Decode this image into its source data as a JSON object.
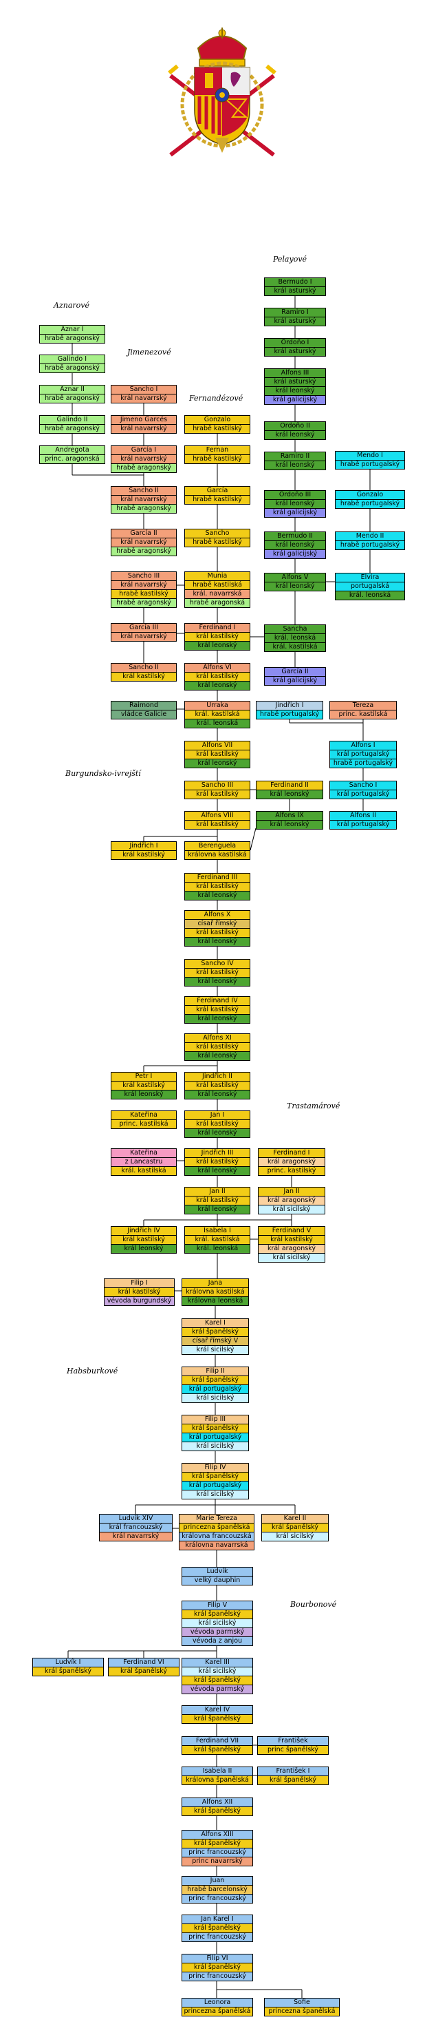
{
  "houses": {
    "pelayo": "Pelayové",
    "aznar": "Aznarové",
    "jimenez": "Jimenezové",
    "fernandez": "Fernandézové",
    "burgundy": "Burgundsko-ivrejští",
    "trastamara": "Trastamárové",
    "habsburg": "Habsburkové",
    "bourbon": "Bourbonové"
  },
  "boxes": {
    "bermudo1": [
      "Bermudo I",
      "král asturský"
    ],
    "ramiro1": [
      "Ramiro I",
      "král asturský"
    ],
    "ordono1": [
      "Ordoño I",
      "král asturský"
    ],
    "alfons3": [
      "Alfons III",
      "král asturský",
      "král leonský",
      "král galicijský"
    ],
    "ordono2": [
      "Ordoño II",
      "král leonský"
    ],
    "ramiro2": [
      "Ramiro II",
      "král leonský"
    ],
    "ordono3": [
      "Ordoño III",
      "král leonský",
      "král galicijský"
    ],
    "bermudo2": [
      "Bermudo II",
      "král leonský",
      "král galicijský"
    ],
    "alfons5": [
      "Alfons V",
      "král leonský"
    ],
    "sancha": [
      "Sancha",
      "král. leonská",
      "král. kastilská"
    ],
    "garcia2gal": [
      "García II",
      "král galicijský"
    ],
    "mendo1": [
      "Mendo I",
      "hrabě portugalský"
    ],
    "gonzalo_p": [
      "Gonzalo",
      "hrabě portugalský"
    ],
    "mendo2": [
      "Mendo II",
      "hrabě portugalský"
    ],
    "elvira": [
      "Elvira",
      "portugalská",
      "král. leonská"
    ],
    "aznar1": [
      "Aznar I",
      "hrabě aragonský"
    ],
    "galindo1": [
      "Galindo I",
      "hrabě aragonský"
    ],
    "aznar2": [
      "Aznar II",
      "hrabě aragonský"
    ],
    "galindo2": [
      "Galindo II",
      "hrabě aragonský"
    ],
    "andregota": [
      "Andregota",
      "princ. aragonská"
    ],
    "sancho1": [
      "Sancho I",
      "král navarrský"
    ],
    "jimeno": [
      "Jimeno Garcés",
      "král navarrský"
    ],
    "garcia1": [
      "García I",
      "král navarrský",
      "hrabě aragonský"
    ],
    "sancho2n": [
      "Sancho II",
      "král navarrský",
      "hrabě aragonský"
    ],
    "garcia2n": [
      "García II",
      "král navarrský",
      "hrabě aragonský"
    ],
    "sancho3n": [
      "Sancho III",
      "král navarrský",
      "hrabě kastilský",
      "hrabě aragonský"
    ],
    "garcia3n": [
      "García III",
      "král navarrský"
    ],
    "sancho2k": [
      "Sancho II",
      "král kastilský"
    ],
    "gonzalo": [
      "Gonzalo",
      "hrabě kastilský"
    ],
    "fernan": [
      "Fernan",
      "hrabě kastilský"
    ],
    "garcia_k": [
      "García",
      "hrabě kastilský"
    ],
    "sancho_k": [
      "Sancho",
      "hrabě kastilský"
    ],
    "munia": [
      "Munia",
      "hrabě kastilská",
      "král. navarrská",
      "hrabě aragonská"
    ],
    "ferdinand1": [
      "Ferdinand I",
      "král kastilský",
      "král leonský"
    ],
    "alfons6": [
      "Alfons VI",
      "král kastilský",
      "král leonský"
    ],
    "raimond": [
      "Raimond",
      "vládce Galicie"
    ],
    "urraca": [
      "Urraka",
      "král. kastilská",
      "král. leonská"
    ],
    "jindrich_p": [
      "Jindřich I",
      "hrabě portugalský"
    ],
    "tereza": [
      "Tereza",
      "princ. kastilská"
    ],
    "alfons7": [
      "Alfons VII",
      "král kastilský",
      "král leonský"
    ],
    "alfons1p": [
      "Alfons I",
      "král portugalský",
      "hrabě portugalský"
    ],
    "sancho3": [
      "Sancho III",
      "král kastilský"
    ],
    "ferdinand2": [
      "Ferdinand II",
      "král leonský"
    ],
    "sancho1p": [
      "Sancho I",
      "král portugalský"
    ],
    "alfons8": [
      "Alfons VIII",
      "král kastilský"
    ],
    "alfons9": [
      "Alfons IX",
      "král leonský"
    ],
    "alfons2p": [
      "Alfons II",
      "král portugalský"
    ],
    "jindrich1": [
      "Jindřich I",
      "král kastilský"
    ],
    "berenguela": [
      "Berenguela",
      "královna kastilská"
    ],
    "ferdinand3": [
      "Ferdinand III",
      "král kastilský",
      "král leonský"
    ],
    "alfons10": [
      "Alfons X",
      "císař římský",
      "král kastilský",
      "král leonský"
    ],
    "sancho4": [
      "Sancho IV",
      "král kastilský",
      "král leonský"
    ],
    "ferdinand4": [
      "Ferdinand IV",
      "král kastilský",
      "král leonský"
    ],
    "alfons11": [
      "Alfons XI",
      "král kastilský",
      "král leonský"
    ],
    "petr1": [
      "Petr I",
      "král kastilský",
      "král leonský"
    ],
    "jindrich2": [
      "Jindřich II",
      "král kastilský",
      "král leonský"
    ],
    "katerina1": [
      "Kateřina",
      "princ. kastilská"
    ],
    "jan1": [
      "Jan I",
      "král kastilský",
      "král leonský"
    ],
    "katerina2": [
      "Kateřina",
      "z Lancastru",
      "král. kastilská"
    ],
    "jindrich3": [
      "Jindřich III",
      "král kastilský",
      "král leonský"
    ],
    "ferdinand1a": [
      "Ferdinand I",
      "král aragonský",
      "princ. kastilský"
    ],
    "jan2": [
      "Jan II",
      "král kastilský",
      "král leonský"
    ],
    "jan2a": [
      "Jan II",
      "král aragonský",
      "král sicilský"
    ],
    "jindrich4": [
      "Jindřich IV",
      "král kastilský",
      "král leonský"
    ],
    "isabela1": [
      "Isabela I",
      "král. kastilská",
      "král. leonská"
    ],
    "ferdinand5": [
      "Ferdinand V",
      "král kastilský",
      "král aragonský",
      "král sicilský"
    ],
    "filip1": [
      "Filip I",
      "král kastilský",
      "vévoda burgundský"
    ],
    "jana": [
      "Jana",
      "královna kastilská",
      "královna leonská"
    ],
    "karel1": [
      "Karel I",
      "král španělský",
      "císař římský V",
      "král sicilský"
    ],
    "filip2": [
      "Filip II",
      "král španělský",
      "král portugalský",
      "král sicilský"
    ],
    "filip3": [
      "Filip III",
      "král španělský",
      "král portugalský",
      "král sicilský"
    ],
    "filip4": [
      "Filip IV",
      "král španělský",
      "král portugalský",
      "král sicilský"
    ],
    "ludvik14": [
      "Ludvík XIV",
      "král francouzský",
      "král navarrský"
    ],
    "marie_tereza": [
      "Marie Tereza",
      "princezna španělská",
      "královna francouzská",
      "královna navarrská"
    ],
    "karel2": [
      "Karel II",
      "král španělský",
      "král sicilský"
    ],
    "ludvik_d": [
      "Ludvík",
      "velký dauphin"
    ],
    "filip5": [
      "Filip V",
      "král španělský",
      "král sicilský",
      "vévoda parmský",
      "vévoda z anjou"
    ],
    "ludvik1": [
      "Ludvík I",
      "král španělský"
    ],
    "ferdinand6": [
      "Ferdinand VI",
      "král španělský"
    ],
    "karel3": [
      "Karel III",
      "král sicilský",
      "král španělský",
      "vévoda parmský"
    ],
    "karel4": [
      "Karel IV",
      "král španělský"
    ],
    "ferdinand7": [
      "Ferdinand VII",
      "král španělský"
    ],
    "frantisek": [
      "František",
      "princ španělský"
    ],
    "isabela2": [
      "Isabela II",
      "královna španělská"
    ],
    "frantisek1": [
      "František I",
      "král španělský"
    ],
    "alfons12": [
      "Alfons XII",
      "král španělský"
    ],
    "alfons13": [
      "Alfons XIII",
      "král španělský",
      "princ francouzský",
      "princ navarrský"
    ],
    "juan": [
      "Juan",
      "hrabě barcelonský",
      "princ francouzský"
    ],
    "jankarel1": [
      "Jan Karel I",
      "král španělský",
      "princ francouzský"
    ],
    "filip6": [
      "Filip VI",
      "král španělský",
      "princ francouzský"
    ],
    "leonora": [
      "Leonora",
      "princezna španělská"
    ],
    "sofie": [
      "Sofie",
      "princezna španělská"
    ]
  },
  "colors": {
    "asturias_leon": "#4da532",
    "castile": "#f2cc17",
    "navarre": "#f3a07a",
    "aragon_count": "#a8f08a",
    "galicia": "#8c8cf0",
    "portugal": "#18e0f0",
    "spain_bourbon": "#98c6f0",
    "coat_red": "#c8102e",
    "coat_gold": "#f1bf00"
  },
  "icons": {
    "coat_of_arms": "spanish-royal-coat-of-arms-icon"
  }
}
